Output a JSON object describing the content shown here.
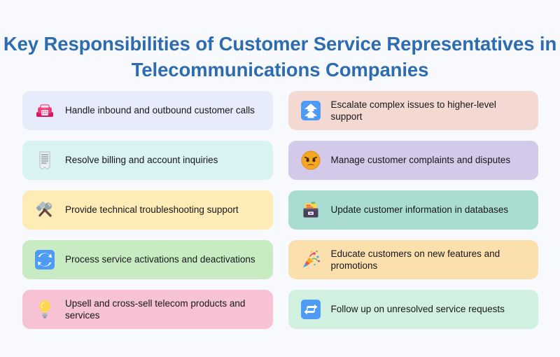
{
  "page": {
    "background_color": "#f8f9fc",
    "title": "Key Responsibilities of Customer Service Representatives in Telecommunications Companies",
    "title_color": "#2e6cb0",
    "text_color": "#17171a"
  },
  "left_column": {
    "cards": [
      {
        "label": "Handle inbound and outbound customer calls",
        "icon": "telephone-icon",
        "bg_color": "#e6ecf9"
      },
      {
        "label": "Resolve billing and account inquiries",
        "icon": "receipt-icon",
        "bg_color": "#d9f3f2"
      },
      {
        "label": "Provide technical troubleshooting support",
        "icon": "hammer-and-wrench-icon",
        "bg_color": "#fdecb6"
      },
      {
        "label": "Process service activations and deactivations",
        "icon": "refresh-arrows-icon",
        "bg_color": "#c9ebc4"
      },
      {
        "label": "Upsell and cross-sell telecom products and services",
        "icon": "light-bulb-icon",
        "bg_color": "#f6c2d4"
      }
    ]
  },
  "right_column": {
    "cards": [
      {
        "label": "Escalate complex issues to higher-level support",
        "icon": "double-up-arrow-icon",
        "bg_color": "#f4d9d3"
      },
      {
        "label": "Manage customer complaints and disputes",
        "icon": "angry-face-icon",
        "bg_color": "#d3c9e8"
      },
      {
        "label": "Update customer information in databases",
        "icon": "card-file-box-icon",
        "bg_color": "#a9ddd2"
      },
      {
        "label": "Educate customers on new features and promotions",
        "icon": "party-popper-icon",
        "bg_color": "#fbdfac"
      },
      {
        "label": "Follow up on unresolved service requests",
        "icon": "repeat-arrows-icon",
        "bg_color": "#d2f0e0"
      }
    ]
  }
}
